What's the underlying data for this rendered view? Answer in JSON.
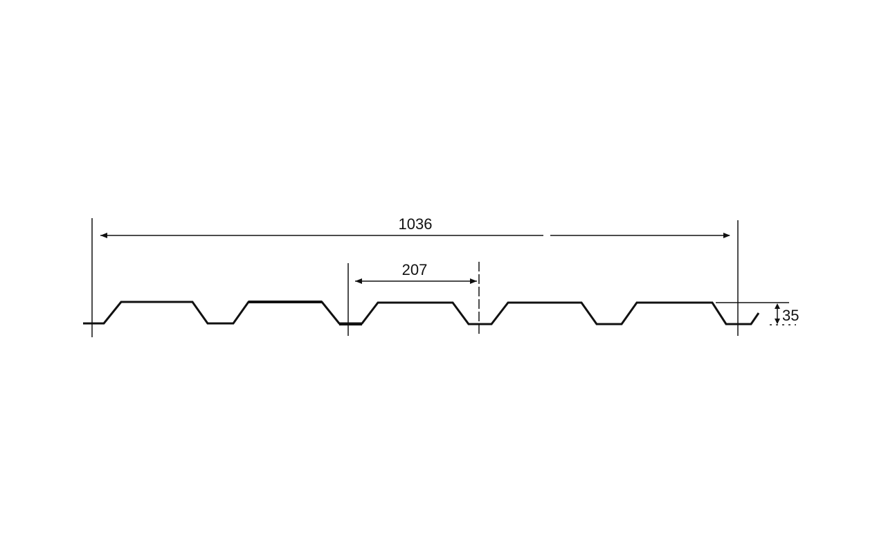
{
  "diagram": {
    "dimensions": {
      "total_width": "1036",
      "rib_pitch": "207",
      "profile_height": "35"
    },
    "colors": {
      "line": "#111111",
      "background": "#ffffff"
    }
  }
}
